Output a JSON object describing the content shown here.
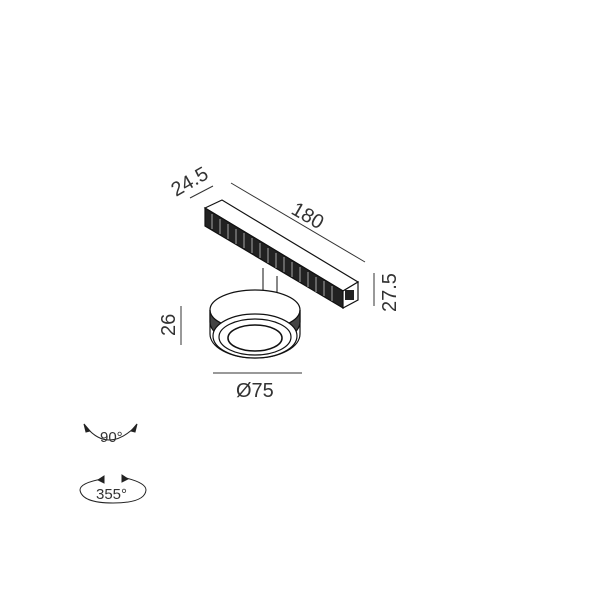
{
  "dimensions": {
    "width": "24.5",
    "length": "180",
    "rail_height": "27.5",
    "lamp_height": "26",
    "diameter": "Ø75"
  },
  "rotation": {
    "tilt": "90°",
    "pan": "355°"
  },
  "colors": {
    "line": "#222222",
    "text": "#333333"
  }
}
